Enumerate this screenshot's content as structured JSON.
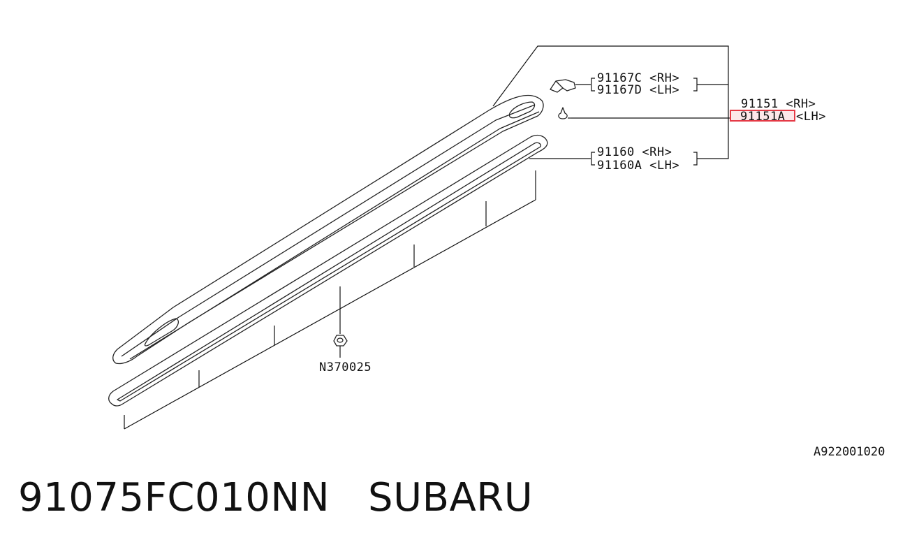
{
  "callouts": {
    "clip_rh": "91167C <RH>",
    "clip_lh": "91167D <LH>",
    "assembly_rh": "91151  <RH>",
    "assembly_lh_code": "91151A",
    "assembly_lh_side": "<LH>",
    "seal_rh": "91160   <RH>",
    "seal_lh": "91160A <LH>",
    "nut": "N370025"
  },
  "figure_code": "A922001020",
  "caption": {
    "part_number": "91075FC010NN",
    "brand": "SUBARU"
  },
  "highlight": {
    "color": "#e53945",
    "target": "91151A"
  }
}
